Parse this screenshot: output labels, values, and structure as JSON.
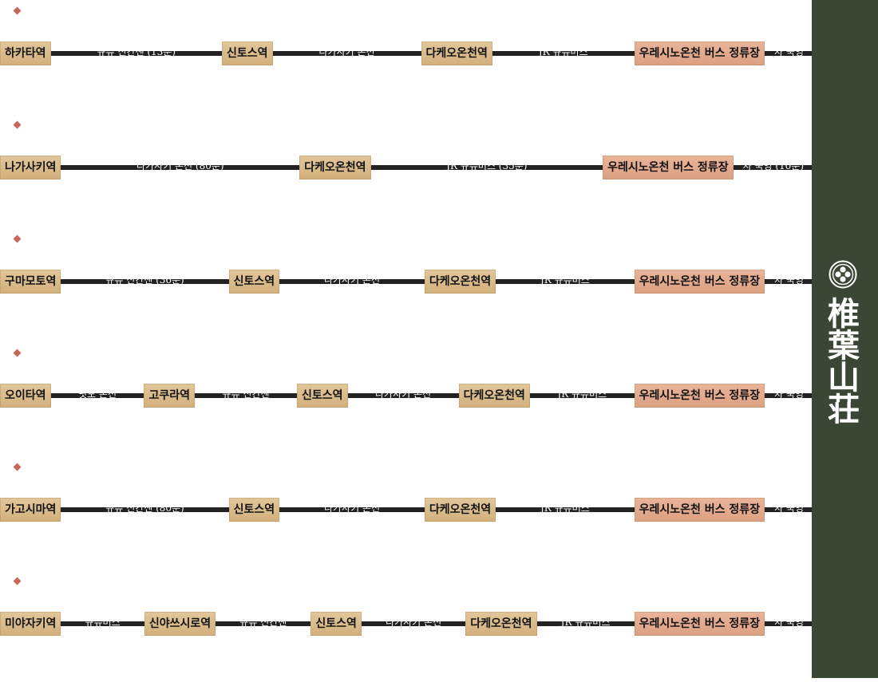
{
  "routes": [
    {
      "stations": [
        "하카타역",
        "신토스역",
        "다케오온천역",
        "우레시노온천 버스 정류장"
      ],
      "segments": [
        "규슈 신칸센 (13분)",
        "나가사키 본선",
        "JR 규슈버스"
      ],
      "tail": "차 숙영"
    },
    {
      "stations": [
        "나가사키역",
        "다케오온천역",
        "우레시노온천 버스 정류장"
      ],
      "segments": [
        "나가사키 본선 (80분)",
        "JR 규슈버스 (35분)"
      ],
      "tail": "차 숙영 (10분)"
    },
    {
      "stations": [
        "구마모토역",
        "신토스역",
        "다케오온천역",
        "우레시노온천 버스 정류장"
      ],
      "segments": [
        "규슈 신칸센 (36분)",
        "나가사키 본선",
        "JR 규슈버스"
      ],
      "tail": "차 숙영"
    },
    {
      "stations": [
        "오이타역",
        "고쿠라역",
        "신토스역",
        "다케오온천역",
        "우레시노온천 버스 정류장"
      ],
      "segments": [
        "닛포 본선",
        "규슈 신칸센",
        "나가사키 본선",
        "JR 규슈버스"
      ],
      "tail": "차 숙영"
    },
    {
      "stations": [
        "가고시마역",
        "신토스역",
        "다케오온천역",
        "우레시노온천 버스 정류장"
      ],
      "segments": [
        "규슈 신칸센 (80분)",
        "나가사키 본선",
        "JR 규슈버스"
      ],
      "tail": "차 숙영"
    },
    {
      "stations": [
        "미야자키역",
        "신야쓰시로역",
        "신토스역",
        "다케오온천역",
        "우레시노온천 버스 정류장"
      ],
      "segments": [
        "규슈버스",
        "규슈 신칸센",
        "나가사키 본선",
        "JR 규슈버스"
      ],
      "tail": "차 숙영"
    }
  ],
  "logo": {
    "text": "椎葉山荘"
  },
  "colors": {
    "line": "#222222",
    "station": "#d8b985",
    "bus_stop": "#e0a88b",
    "marker": "#c9665a",
    "sidebar": "#3a4734"
  }
}
